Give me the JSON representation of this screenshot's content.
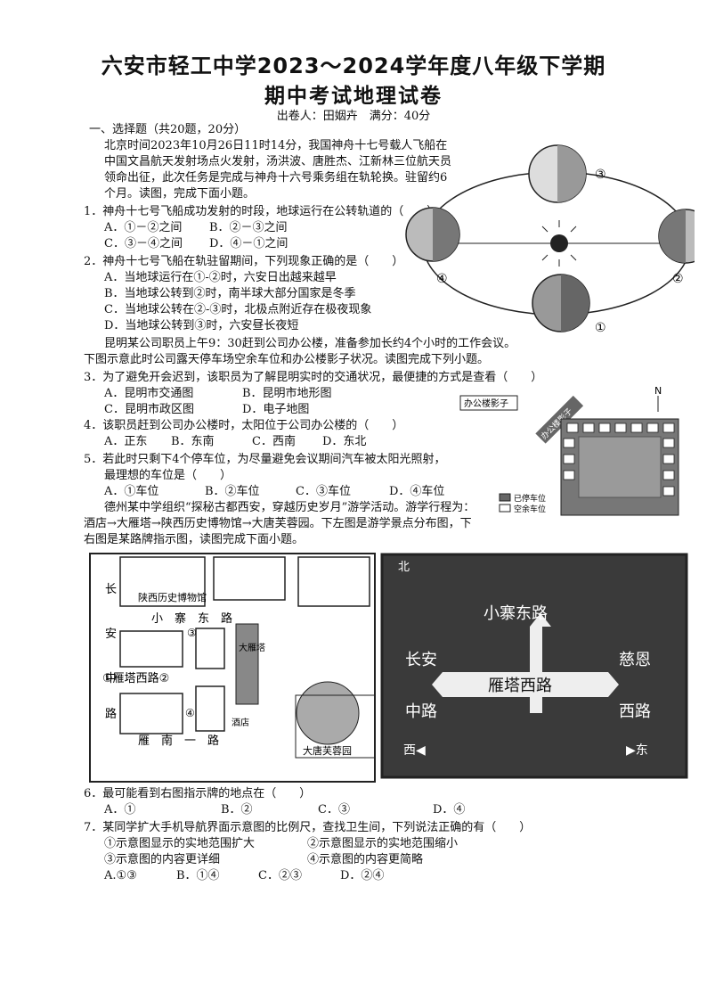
{
  "header": {
    "title_line1": "六安市轻工中学2023～2024学年度八年级下学期",
    "title_line2": "期中考试地理试卷",
    "meta": "出卷人：田姻卉　满分：40分"
  },
  "section": {
    "heading": "一、选择题（共20题，20分）"
  },
  "intro1": [
    "北京时间2023年10月26日11时14分，我国神舟十七号载人飞船在",
    "中国文昌航天发射场点火发射，汤洪波、唐胜杰、江新林三位航天员",
    "领命出征，此次任务是完成与神舟十六号乘务组在轨轮换。驻留约6",
    "个月。读图，完成下面小题。"
  ],
  "q1": {
    "stem": "1．神舟十七号飞船成功发射的时段，地球运行在公转轨道的（　　）",
    "opt_a": "A．①－②之间",
    "opt_b": "B．②－③之间",
    "opt_c": "C．③－④之间",
    "opt_d": "D．④－①之间"
  },
  "q2": {
    "stem": "2．神舟十七号飞船在轨驻留期间，下列现象正确的是（　　）",
    "a": "A．当地球运行在①-②时，六安日出越来越早",
    "b": "B．当地球公转到②时，南半球大部分国家是冬季",
    "c": "C．当地球公转在②-③时，北极点附近存在极夜现象",
    "d": "D．当地球公转到③时，六安昼长夜短"
  },
  "intro2": [
    "昆明某公司职员上午9：30赶到公司办公楼，准备参加长约4个小时的工作会议。",
    "下图示意此时公司露天停车场空余车位和办公楼影子状况。读图完成下列小题。"
  ],
  "q3": {
    "stem": "3．为了避免开会迟到，该职员为了解昆明实时的交通状况，最便捷的方式是查看（　　）",
    "a": "A．昆明市交通图",
    "b": "B．昆明市地形图",
    "c": "C．昆明市政区图",
    "d": "D．电子地图"
  },
  "q4": {
    "stem": "4．该职员赶到公司办公楼时，太阳位于公司办公楼的（　　）",
    "a": "A．正东",
    "b": "B．东南",
    "c": "C．西南",
    "d": "D．东北"
  },
  "q5": {
    "stem1": "5．若此时只剩下4个停车位，为尽量避免会议期间汽车被太阳光照射，",
    "stem2": "最理想的车位是（　　）",
    "a": "A．①车位",
    "b": "B．②车位",
    "c": "C．③车位",
    "d": "D．④车位"
  },
  "intro3": [
    "德州某中学组织“探秘古都西安，穿越历史岁月”游学活动。游学行程为：",
    "酒店→大雁塔→陕西历史博物馆→大唐芙蓉园。下左图是游学景点分布图，下",
    "右图是某路牌指示图，读图完成下面小题。"
  ],
  "q6": {
    "stem": "6．最可能看到右图指示牌的地点在（　　）",
    "a": "A．①",
    "b": "B．②",
    "c": "C．③",
    "d": "D．④"
  },
  "q7": {
    "stem": "7．某同学扩大手机导航界面示意图的比例尺，查找卫生间，下列说法正确的有（　　）",
    "s1": "①示意图显示的实地范围扩大",
    "s2": "②示意图显示的实地范围缩小",
    "s3": "③示意图的内容更详细",
    "s4": "④示意图的内容更简略",
    "a": "A.①③",
    "b": "B．①④",
    "c": "C．②③",
    "d": "D．②④"
  },
  "orbit_fig": {
    "labels": [
      "①",
      "②",
      "③",
      "④"
    ]
  },
  "parking_fig": {
    "office_label": "办公楼影子",
    "shadow_label": "办公楼影子",
    "north": "N",
    "legend_parked": "已停车位",
    "legend_empty": "空余车位"
  },
  "xian_map": {
    "museum": "陕西历史博物馆",
    "road_xiaozhai": "小　寨　东　路",
    "road_yanta": "①雁塔西路②",
    "changan_chars": [
      "长",
      "安",
      "中",
      "路"
    ],
    "road_yannan": "雁　南　一　路",
    "pagoda": "大雁塔",
    "hotel": "酒店",
    "garden": "大唐芙蓉园",
    "markers": [
      "③",
      "④"
    ]
  },
  "sign": {
    "north": "北",
    "top": "小寨东路",
    "main": "雁塔西路",
    "left_top": "长安",
    "left_bottom": "中路",
    "right_top": "慈恩",
    "right_bottom": "西路",
    "west": "西◀",
    "east": "▶东"
  }
}
